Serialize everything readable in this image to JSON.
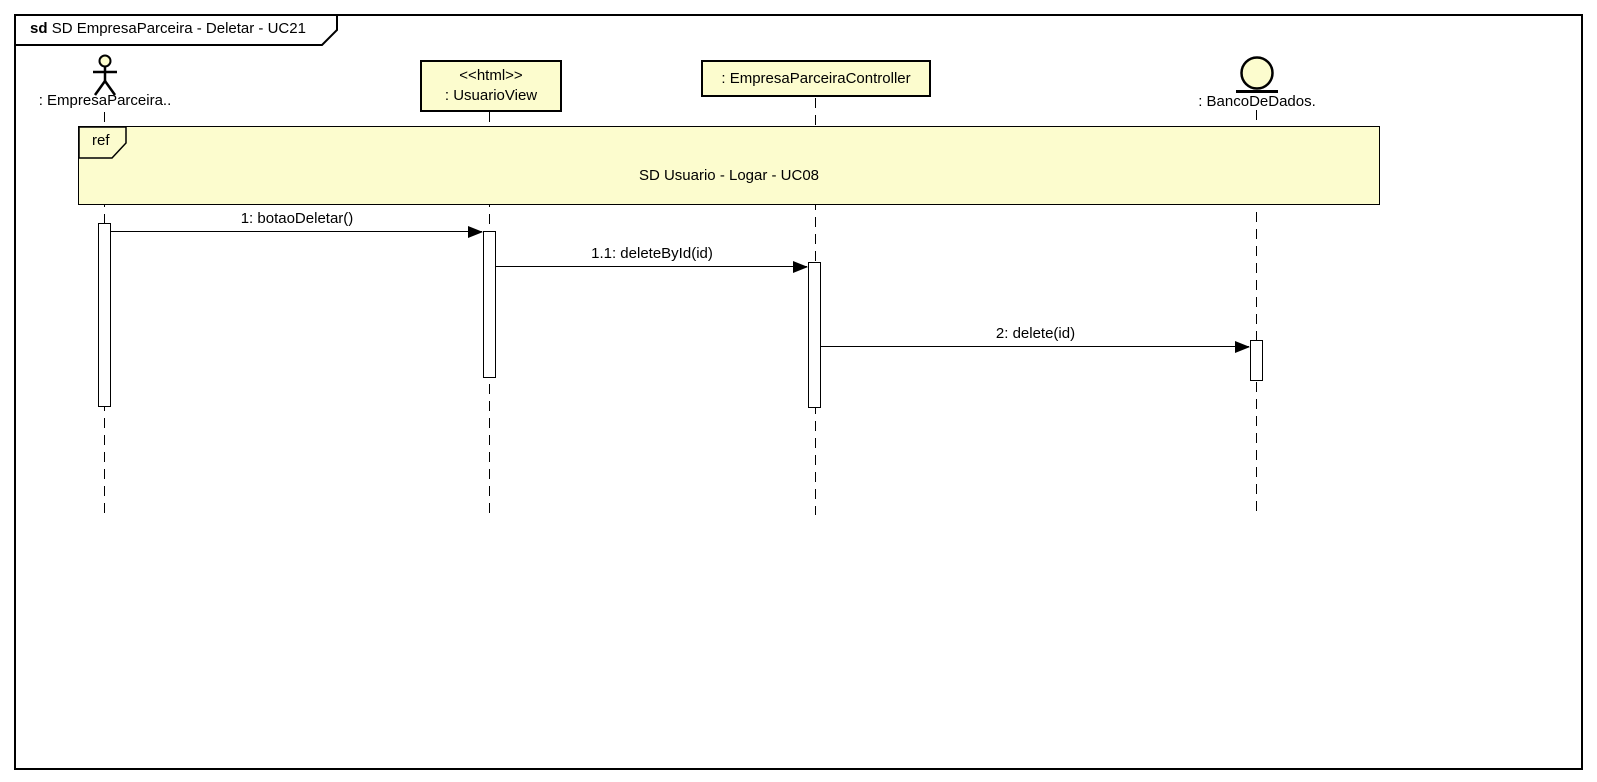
{
  "frame": {
    "keyword": "sd",
    "title": "SD EmpresaParceira - Deletar - UC21"
  },
  "colors": {
    "node_fill": "#FCFCCE",
    "line": "#000000",
    "background": "#FFFFFF",
    "activation_fill": "#FFFFFF"
  },
  "lifelines": [
    {
      "id": "empresa-parceira",
      "kind": "actor",
      "icon": "actor-icon",
      "label": ": EmpresaParceira.."
    },
    {
      "id": "usuario-view",
      "kind": "object",
      "stereotype": "<<html>>",
      "label": ": UsuarioView"
    },
    {
      "id": "empresa-parceira-controller",
      "kind": "object",
      "label": ": EmpresaParceiraController"
    },
    {
      "id": "banco-de-dados",
      "kind": "entity",
      "icon": "entity-icon",
      "label": ": BancoDeDados."
    }
  ],
  "ref_fragment": {
    "operator": "ref",
    "label": "SD Usuario - Logar - UC08"
  },
  "messages": [
    {
      "label": "1: botaoDeletar()",
      "from": "empresa-parceira",
      "to": "usuario-view",
      "type": "sync"
    },
    {
      "label": "1.1: deleteById(id)",
      "from": "usuario-view",
      "to": "empresa-parceira-controller",
      "type": "sync"
    },
    {
      "label": "2: delete(id)",
      "from": "empresa-parceira-controller",
      "to": "banco-de-dados",
      "type": "sync"
    }
  ]
}
